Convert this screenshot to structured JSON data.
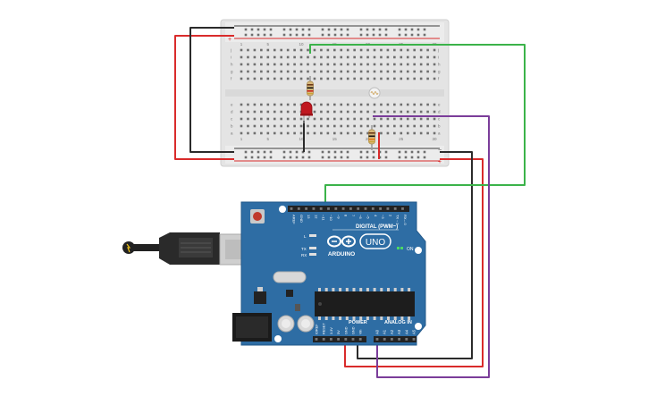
{
  "breadboard": {
    "column_numbers": [
      "1",
      "5",
      "10",
      "15",
      "20",
      "25",
      "30"
    ],
    "row_letters_top": [
      "j",
      "i",
      "h",
      "g",
      "f"
    ],
    "row_letters_bottom": [
      "e",
      "d",
      "c",
      "b",
      "a"
    ],
    "rail_plus": "+",
    "rail_minus": "−"
  },
  "arduino": {
    "logo_text": "ARDUINO",
    "model": "UNO",
    "digital_label": "DIGITAL (PWM~)",
    "power_label": "POWER",
    "analog_label": "ANALOG IN",
    "on_label": "ON",
    "led_labels": [
      "L",
      "TX",
      "RX"
    ],
    "digital_pins": [
      "AREF",
      "GND",
      "13",
      "12",
      "~11",
      "~10",
      "~9",
      "8",
      "7",
      "~6",
      "~5",
      "4",
      "~3",
      "2",
      "TX→1",
      "RX←0"
    ],
    "power_pins": [
      "IOREF",
      "RESET",
      "3.3V",
      "5V",
      "GND",
      "GND",
      "Vin"
    ],
    "analog_pins": [
      "A0",
      "A1",
      "A2",
      "A3",
      "A4",
      "A5"
    ]
  },
  "colors": {
    "board_blue": "#2e6da4",
    "breadboard_bg": "#e6e6e6",
    "wire_red": "#d92b2b",
    "wire_black": "#2b2b2b",
    "wire_green": "#3bb34a",
    "wire_purple": "#7b3d9a",
    "led_red": "#c0171f"
  },
  "icons": [
    "usb-cable-icon",
    "led-icon",
    "resistor-icon",
    "photoresistor-icon",
    "reset-button-icon",
    "power-jack-icon"
  ]
}
